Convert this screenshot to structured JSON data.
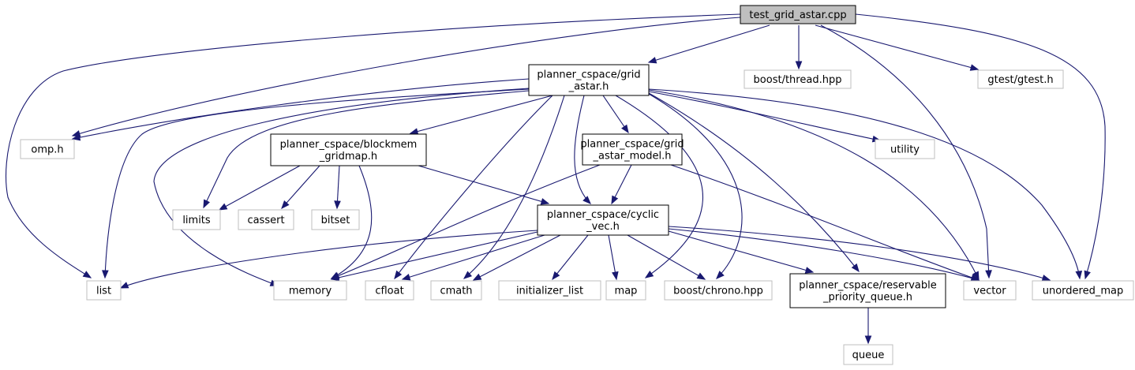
{
  "diagram": {
    "nodes": [
      {
        "id": "root",
        "kind": "root",
        "lines": [
          "test_grid_astar.cpp"
        ]
      },
      {
        "id": "grid_astar",
        "kind": "project",
        "lines": [
          "planner_cspace/grid",
          "_astar.h"
        ]
      },
      {
        "id": "boost_thread",
        "kind": "external",
        "lines": [
          "boost/thread.hpp"
        ]
      },
      {
        "id": "gtest",
        "kind": "external",
        "lines": [
          "gtest/gtest.h"
        ]
      },
      {
        "id": "omp",
        "kind": "external",
        "lines": [
          "omp.h"
        ]
      },
      {
        "id": "blockmem",
        "kind": "project",
        "lines": [
          "planner_cspace/blockmem",
          "_gridmap.h"
        ]
      },
      {
        "id": "model",
        "kind": "project",
        "lines": [
          "planner_cspace/grid",
          "_astar_model.h"
        ]
      },
      {
        "id": "utility",
        "kind": "external",
        "lines": [
          "utility"
        ]
      },
      {
        "id": "limits",
        "kind": "external",
        "lines": [
          "limits"
        ]
      },
      {
        "id": "cassert",
        "kind": "external",
        "lines": [
          "cassert"
        ]
      },
      {
        "id": "bitset",
        "kind": "external",
        "lines": [
          "bitset"
        ]
      },
      {
        "id": "cyclic",
        "kind": "project",
        "lines": [
          "planner_cspace/cyclic",
          "_vec.h"
        ]
      },
      {
        "id": "list",
        "kind": "external",
        "lines": [
          "list"
        ]
      },
      {
        "id": "memory",
        "kind": "external",
        "lines": [
          "memory"
        ]
      },
      {
        "id": "cfloat",
        "kind": "external",
        "lines": [
          "cfloat"
        ]
      },
      {
        "id": "cmath",
        "kind": "external",
        "lines": [
          "cmath"
        ]
      },
      {
        "id": "initializer_list",
        "kind": "external",
        "lines": [
          "initializer_list"
        ]
      },
      {
        "id": "map",
        "kind": "external",
        "lines": [
          "map"
        ]
      },
      {
        "id": "boost_chrono",
        "kind": "external",
        "lines": [
          "boost/chrono.hpp"
        ]
      },
      {
        "id": "reservable",
        "kind": "project",
        "lines": [
          "planner_cspace/reservable",
          "_priority_queue.h"
        ]
      },
      {
        "id": "vector",
        "kind": "external",
        "lines": [
          "vector"
        ]
      },
      {
        "id": "unordered_map",
        "kind": "external",
        "lines": [
          "unordered_map"
        ]
      },
      {
        "id": "queue",
        "kind": "external",
        "lines": [
          "queue"
        ]
      }
    ],
    "edges": [
      {
        "from": "root",
        "to": "grid_astar"
      },
      {
        "from": "root",
        "to": "boost_thread"
      },
      {
        "from": "root",
        "to": "gtest"
      },
      {
        "from": "root",
        "to": "omp"
      },
      {
        "from": "root",
        "to": "list"
      },
      {
        "from": "root",
        "to": "vector"
      },
      {
        "from": "root",
        "to": "unordered_map"
      },
      {
        "from": "grid_astar",
        "to": "omp"
      },
      {
        "from": "grid_astar",
        "to": "blockmem"
      },
      {
        "from": "grid_astar",
        "to": "model"
      },
      {
        "from": "grid_astar",
        "to": "utility"
      },
      {
        "from": "grid_astar",
        "to": "limits"
      },
      {
        "from": "grid_astar",
        "to": "cyclic"
      },
      {
        "from": "grid_astar",
        "to": "list"
      },
      {
        "from": "grid_astar",
        "to": "memory"
      },
      {
        "from": "grid_astar",
        "to": "cfloat"
      },
      {
        "from": "grid_astar",
        "to": "cmath"
      },
      {
        "from": "grid_astar",
        "to": "map"
      },
      {
        "from": "grid_astar",
        "to": "boost_chrono"
      },
      {
        "from": "grid_astar",
        "to": "reservable"
      },
      {
        "from": "grid_astar",
        "to": "vector"
      },
      {
        "from": "grid_astar",
        "to": "unordered_map"
      },
      {
        "from": "blockmem",
        "to": "limits"
      },
      {
        "from": "blockmem",
        "to": "cassert"
      },
      {
        "from": "blockmem",
        "to": "bitset"
      },
      {
        "from": "blockmem",
        "to": "memory"
      },
      {
        "from": "blockmem",
        "to": "cyclic"
      },
      {
        "from": "model",
        "to": "cyclic"
      },
      {
        "from": "model",
        "to": "memory"
      },
      {
        "from": "model",
        "to": "vector"
      },
      {
        "from": "cyclic",
        "to": "list"
      },
      {
        "from": "cyclic",
        "to": "memory"
      },
      {
        "from": "cyclic",
        "to": "cfloat"
      },
      {
        "from": "cyclic",
        "to": "cmath"
      },
      {
        "from": "cyclic",
        "to": "initializer_list"
      },
      {
        "from": "cyclic",
        "to": "map"
      },
      {
        "from": "cyclic",
        "to": "boost_chrono"
      },
      {
        "from": "cyclic",
        "to": "reservable"
      },
      {
        "from": "cyclic",
        "to": "vector"
      },
      {
        "from": "cyclic",
        "to": "unordered_map"
      },
      {
        "from": "reservable",
        "to": "queue"
      }
    ],
    "colors": {
      "edge": "#191970",
      "root_fill": "#bfbfbf",
      "project_border": "#000000",
      "external_border": "#bfbfbf"
    }
  }
}
